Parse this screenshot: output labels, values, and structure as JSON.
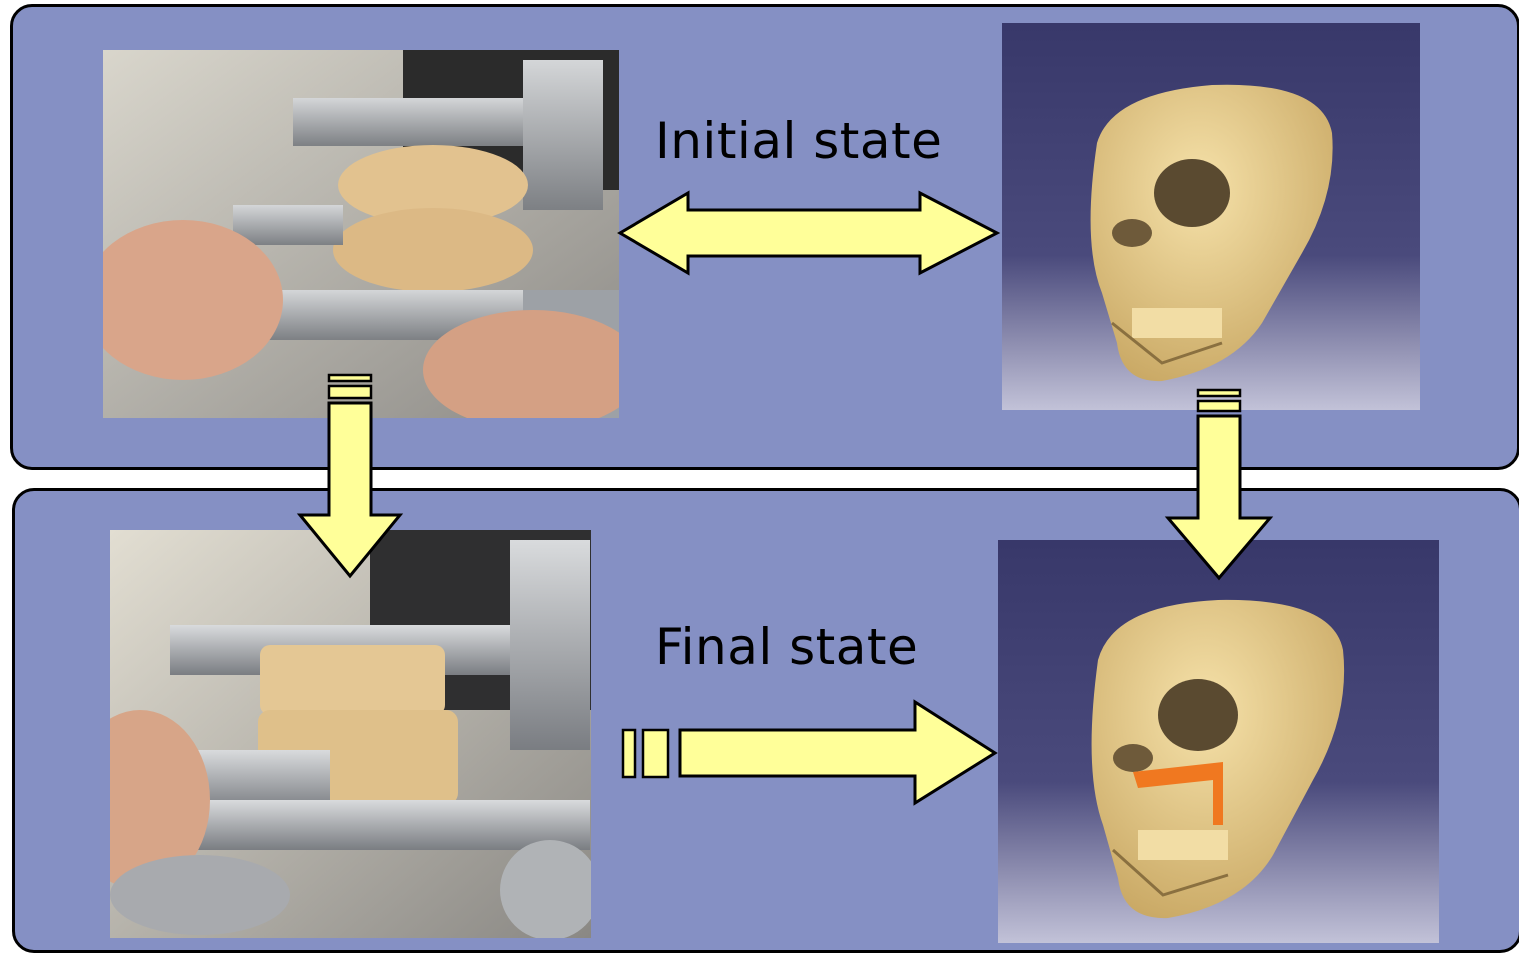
{
  "labels": {
    "initial": "Initial state",
    "final": "Final state"
  },
  "colors": {
    "panel_bg": "#8590c4",
    "arrow_fill": "#ffff99",
    "arrow_stroke": "#000000",
    "render_bg_top": "#38386a",
    "render_bg_bottom": "#c2c2d8",
    "bone": "#e8cf92",
    "implant": "#f07820"
  },
  "images": {
    "initial_photo": "dental-cast-articulator-photo",
    "initial_model": "skull-3d-model",
    "final_photo": "dental-cast-articulator-closed-photo",
    "final_model": "skull-3d-model-with-implant"
  }
}
